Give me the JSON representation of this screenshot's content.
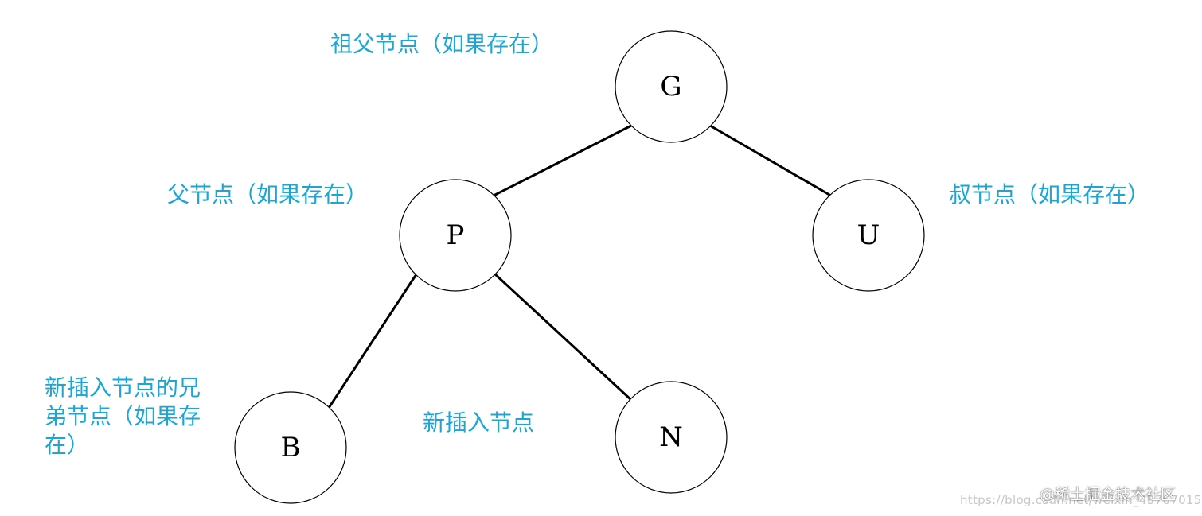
{
  "nodes": [
    {
      "id": "G",
      "label": "G"
    },
    {
      "id": "P",
      "label": "P"
    },
    {
      "id": "U",
      "label": "U"
    },
    {
      "id": "B",
      "label": "B"
    },
    {
      "id": "N",
      "label": "N"
    }
  ],
  "edges": [
    {
      "from": "G",
      "to": "P"
    },
    {
      "from": "G",
      "to": "U"
    },
    {
      "from": "P",
      "to": "B"
    },
    {
      "from": "P",
      "to": "N"
    }
  ],
  "annotations": {
    "grandparent": "祖父节点（如果存在）",
    "parent": "父节点（如果存在）",
    "uncle": "叔节点（如果存在）",
    "sibling": "新插入节点的兄弟节点（如果存在）",
    "new_node": "新插入节点"
  },
  "watermark": {
    "url": "https://blog.csdn.net/weixin_43767015",
    "brand": "@稀土掘金技术社区"
  },
  "colors": {
    "annotation": "#1aa7d6",
    "edge": "#000000",
    "node_stroke": "#000000"
  }
}
